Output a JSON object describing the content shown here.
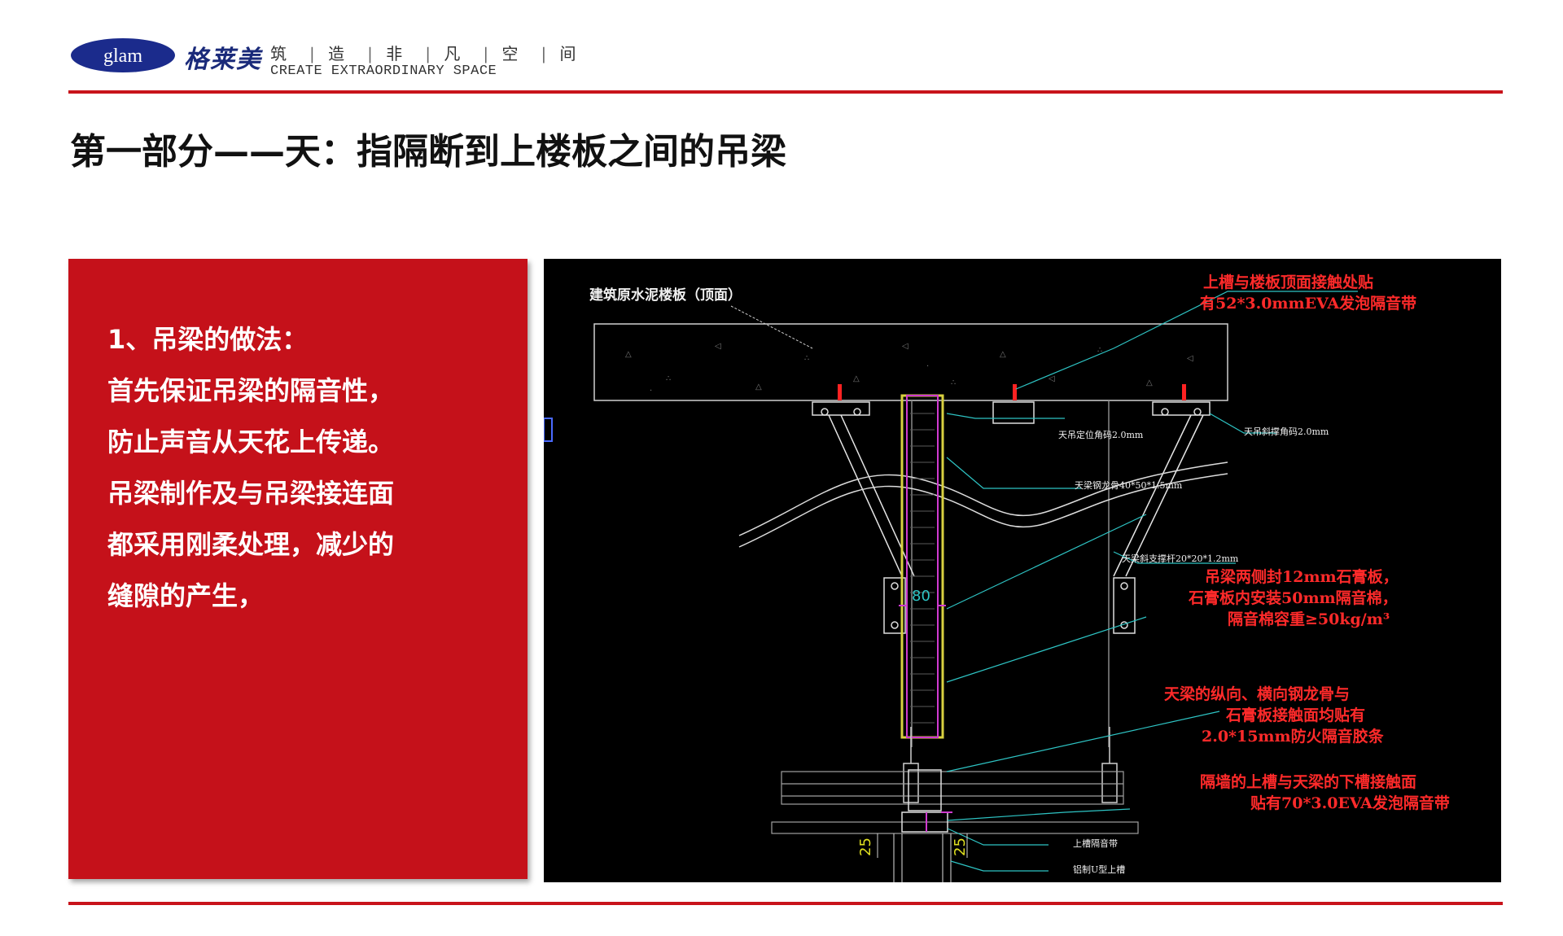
{
  "header": {
    "logo_text": "glam",
    "brand_cn": "格莱美",
    "tagline_cn": [
      "筑",
      "造",
      "非",
      "凡",
      "空",
      "间"
    ],
    "tagline_en": "CREATE  EXTRAORDINARY  SPACE"
  },
  "page_title": "第一部分——天：指隔断到上楼板之间的吊梁",
  "panel": {
    "lines": [
      "1、吊梁的做法：",
      "首先保证吊梁的隔音性，",
      "防止声音从天花上传递。",
      "吊梁制作及与吊梁接连面",
      "都采用刚柔处理，减少的",
      "缝隙的产生，"
    ]
  },
  "drawing": {
    "slab_label": "建筑原水泥楼板（顶面）",
    "note_top": [
      "上槽与楼板顶面接触处贴",
      "有52*3.0mmEVA发泡隔音带"
    ],
    "small_labels": {
      "positioning_angle": "天吊定位角码2.0mm",
      "fixing_angle": "天吊斜撑角码2.0mm",
      "keel": "天梁钢龙骨40*50*1.5mm",
      "brace": "天梁斜支撑杆20*20*1.2mm",
      "upper_strip": "上槽隔音带",
      "upper_channel": "铝制U型上槽"
    },
    "note_gypsum": [
      "吊梁两侧封12mm石膏板，",
      "石膏板内安装50mm隔音棉，",
      "隔音棉容重≥50kg/m³"
    ],
    "note_keel": [
      "天梁的纵向、横向钢龙骨与",
      "石膏板接触面均贴有",
      "2.0*15mm防火隔音胶条"
    ],
    "note_bottom": [
      "隔墙的上槽与天梁的下槽接触面",
      "贴有70*3.0EVA发泡隔音带"
    ],
    "dim_center": "80",
    "dim_left": "25",
    "dim_right": "25"
  },
  "colors": {
    "accent_red": "#c8131b",
    "panel_red": "#c5111a",
    "brand_blue": "#1a2a7a",
    "cad_label_red": "#ff2a2a",
    "cad_leader_cyan": "#2ec4c4"
  }
}
